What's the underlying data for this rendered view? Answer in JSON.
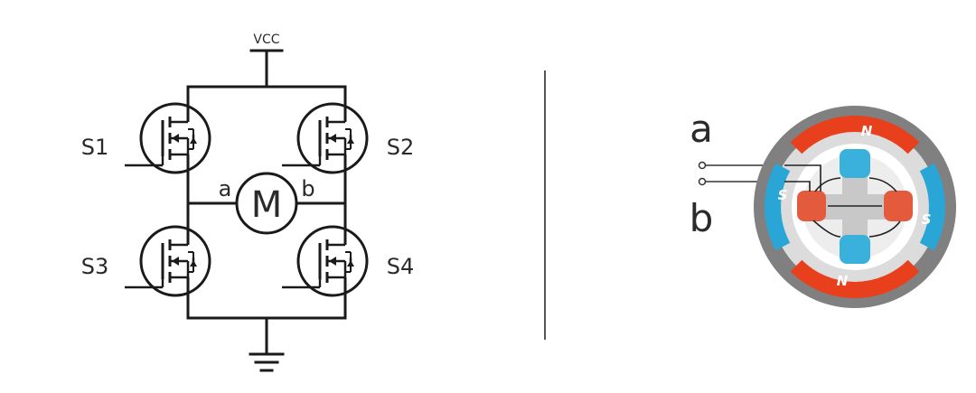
{
  "circuit": {
    "supply_label": "VCC",
    "switches": [
      "S1",
      "S2",
      "S3",
      "S4"
    ],
    "motor_symbol": "M",
    "terminal_a": "a",
    "terminal_b": "b"
  },
  "motor_diagram": {
    "terminal_a": "a",
    "terminal_b": "b",
    "pole_north_top": "N",
    "pole_north_bottom": "N",
    "pole_south_left": "S",
    "pole_south_right": "S",
    "colors": {
      "north": "#e8401c",
      "south": "#2aa6d6",
      "frame": "#808080",
      "rotor": "#c8c8c8",
      "rotor_red": "#e35a3c",
      "rotor_blue": "#3ab0dc"
    }
  }
}
